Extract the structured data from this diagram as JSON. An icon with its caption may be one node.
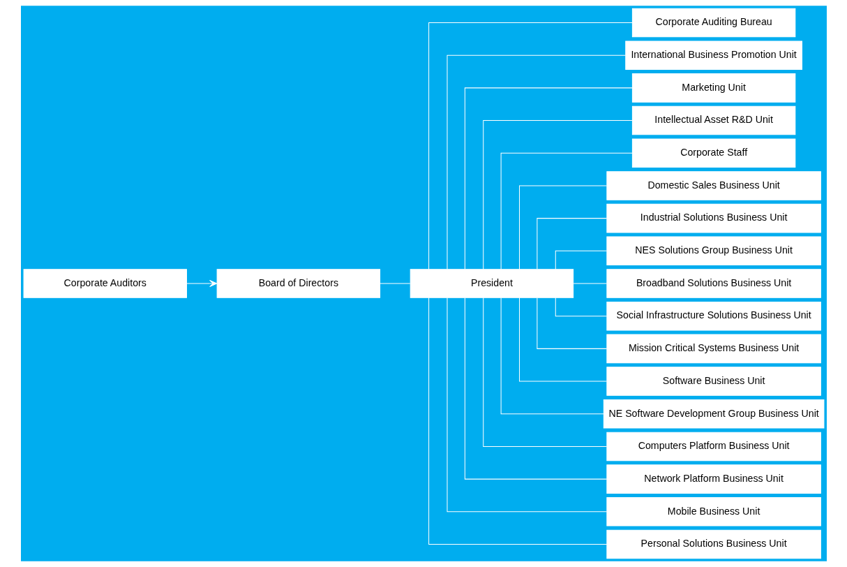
{
  "diagram": {
    "nodes": [
      {
        "text": [
          "Board of Directors"
        ]
      },
      {
        "text": [
          "Corporate Auditors"
        ]
      },
      {
        "text": [
          "President"
        ]
      },
      {
        "text": [
          "Corporate Auditing Bureau"
        ]
      },
      {
        "text": [
          "International Business Promotion Unit"
        ]
      },
      {
        "text": [
          "Marketing Unit"
        ]
      },
      {
        "text": [
          "Intellectual Asset R&D Unit"
        ]
      },
      {
        "text": [
          "Corporate Staff"
        ]
      },
      {
        "text": [
          "Domestic Sales Business Unit"
        ]
      },
      {
        "text": [
          "Industrial Solutions Business Unit"
        ]
      },
      {
        "text": [
          "NES Solutions Group Business Unit"
        ]
      },
      {
        "text": [
          "Broadband Solutions Business Unit"
        ]
      },
      {
        "text": [
          "Social Infrastructure Solutions Business Unit"
        ]
      },
      {
        "text": [
          "Mission Critical Systems Business Unit"
        ]
      },
      {
        "text": [
          "Software Business Unit"
        ]
      },
      {
        "text": [
          "NE Software Development Group Business Unit"
        ]
      },
      {
        "text": [
          "Computers Platform Business Unit"
        ]
      },
      {
        "text": [
          "Network Platform Business Unit"
        ]
      },
      {
        "text": [
          "Mobile Business Unit"
        ]
      },
      {
        "text": [
          "Personal Solutions Business Unit"
        ]
      }
    ],
    "edges": [
      {
        "from": 1,
        "to": 0,
        "arrow": "to"
      },
      {
        "from": 0,
        "to": 2,
        "arrow": "none"
      },
      {
        "from": 2,
        "to": 3,
        "arrow": "none"
      },
      {
        "from": 2,
        "to": 4,
        "arrow": "none"
      },
      {
        "from": 2,
        "to": 5,
        "arrow": "none"
      },
      {
        "from": 2,
        "to": 6,
        "arrow": "none"
      },
      {
        "from": 2,
        "to": 7,
        "arrow": "none"
      },
      {
        "from": 2,
        "to": 8,
        "arrow": "none"
      },
      {
        "from": 2,
        "to": 9,
        "arrow": "none"
      },
      {
        "from": 2,
        "to": 10,
        "arrow": "none"
      },
      {
        "from": 2,
        "to": 11,
        "arrow": "none"
      },
      {
        "from": 2,
        "to": 12,
        "arrow": "none"
      },
      {
        "from": 2,
        "to": 13,
        "arrow": "none"
      },
      {
        "from": 2,
        "to": 14,
        "arrow": "none"
      },
      {
        "from": 2,
        "to": 15,
        "arrow": "none"
      },
      {
        "from": 2,
        "to": 16,
        "arrow": "none"
      },
      {
        "from": 2,
        "to": 17,
        "arrow": "none"
      },
      {
        "from": 2,
        "to": 18,
        "arrow": "none"
      },
      {
        "from": 2,
        "to": 19,
        "arrow": "none"
      }
    ]
  }
}
